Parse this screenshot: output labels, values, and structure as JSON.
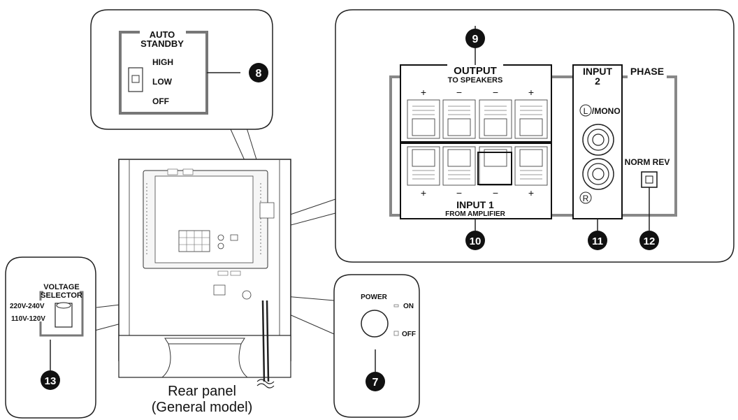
{
  "caption": {
    "line1": "Rear panel",
    "line2": "(General model)"
  },
  "auto_standby": {
    "title_line1": "AUTO",
    "title_line2": "STANDBY",
    "options": [
      "HIGH",
      "LOW",
      "OFF"
    ],
    "callout": "8"
  },
  "output": {
    "title": "OUTPUT",
    "subtitle": "TO SPEAKERS",
    "polarity": [
      "+",
      "−",
      "−",
      "+"
    ],
    "callout": "9"
  },
  "input1": {
    "title": "INPUT 1",
    "subtitle": "FROM AMPLIFIER",
    "polarity": [
      "+",
      "−",
      "−",
      "+"
    ],
    "callout": "10"
  },
  "input2": {
    "title_line1": "INPUT",
    "title_line2": "2",
    "left_label": "L",
    "left_suffix": "/MONO",
    "right_label": "R",
    "callout": "11"
  },
  "phase": {
    "title": "PHASE",
    "options": "NORM REV",
    "callout": "12"
  },
  "voltage": {
    "title_line1": "VOLTAGE",
    "title_line2": "SELECTOR",
    "options": [
      "220V-240V",
      "110V-120V"
    ],
    "callout": "13"
  },
  "power": {
    "title": "POWER",
    "on": "ON",
    "off": "OFF",
    "callout": "7"
  }
}
